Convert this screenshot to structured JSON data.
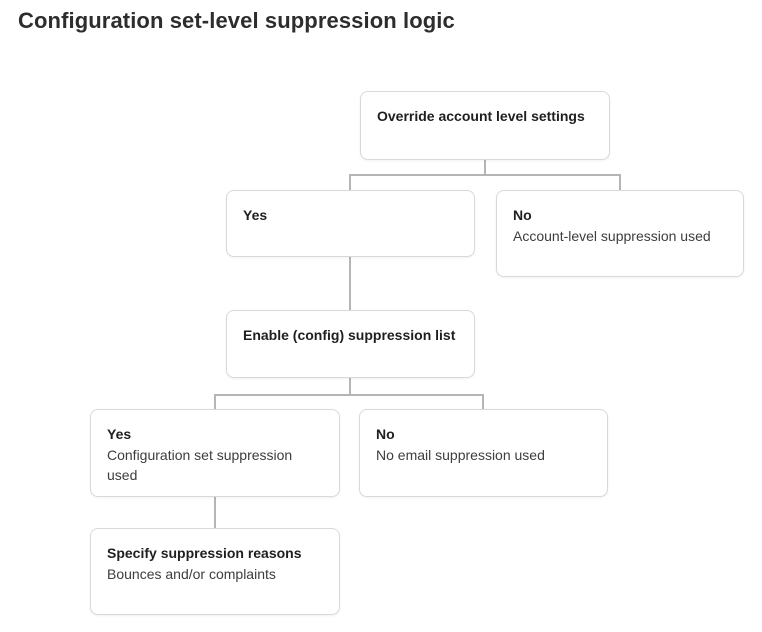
{
  "page": {
    "title": "Configuration set-level suppression logic"
  },
  "colors": {
    "background": "#ffffff",
    "box_border": "#d9d9d9",
    "connector": "#b5b5b5",
    "title_text": "#2d2d2d",
    "label_text": "#1f1f1f",
    "sublabel_text": "#3d3d3d"
  },
  "diagram": {
    "type": "flowchart",
    "nodes": [
      {
        "id": "override",
        "label": "Override account level settings",
        "sublabel": ""
      },
      {
        "id": "yes-override",
        "label": "Yes",
        "sublabel": ""
      },
      {
        "id": "no-override",
        "label": "No",
        "sublabel": "Account-level suppression used"
      },
      {
        "id": "enable-config",
        "label": "Enable (config) suppression list",
        "sublabel": ""
      },
      {
        "id": "yes-enable",
        "label": "Yes",
        "sublabel": "Configuration set suppression used"
      },
      {
        "id": "no-enable",
        "label": "No",
        "sublabel": "No email suppression used"
      },
      {
        "id": "specify-reasons",
        "label": "Specify suppression reasons",
        "sublabel": "Bounces and/or complaints"
      }
    ],
    "edges": [
      {
        "from": "override",
        "to": "yes-override"
      },
      {
        "from": "override",
        "to": "no-override"
      },
      {
        "from": "yes-override",
        "to": "enable-config"
      },
      {
        "from": "enable-config",
        "to": "yes-enable"
      },
      {
        "from": "enable-config",
        "to": "no-enable"
      },
      {
        "from": "yes-enable",
        "to": "specify-reasons"
      }
    ]
  }
}
